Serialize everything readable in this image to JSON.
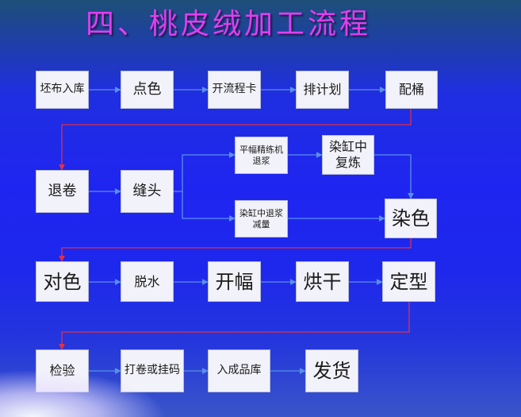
{
  "title": "四、桃皮绒加工流程",
  "steps": {
    "s1": "坯布入库",
    "s2": "点色",
    "s3": "开流程卡",
    "s4": "排计划",
    "s5": "配桶",
    "s6": "退卷",
    "s7": "缝头",
    "s8_l1": "平幅精练机",
    "s8_l2": "退浆",
    "s9_l1": "染缸中",
    "s9_l2": "复炼",
    "s10_l1": "染缸中退浆",
    "s10_l2": "减量",
    "s11": "染色",
    "s12": "对色",
    "s13": "脱水",
    "s14": "开幅",
    "s15": "烘干",
    "s16": "定型",
    "s17": "检验",
    "s18": "打卷或挂码",
    "s19": "入成品库",
    "s20": "发货"
  },
  "colors": {
    "arrow_blue": "#5a8fe8",
    "arrow_red": "#e0304a",
    "title": "#e23df0",
    "box_fill": "#f2f2fa"
  }
}
